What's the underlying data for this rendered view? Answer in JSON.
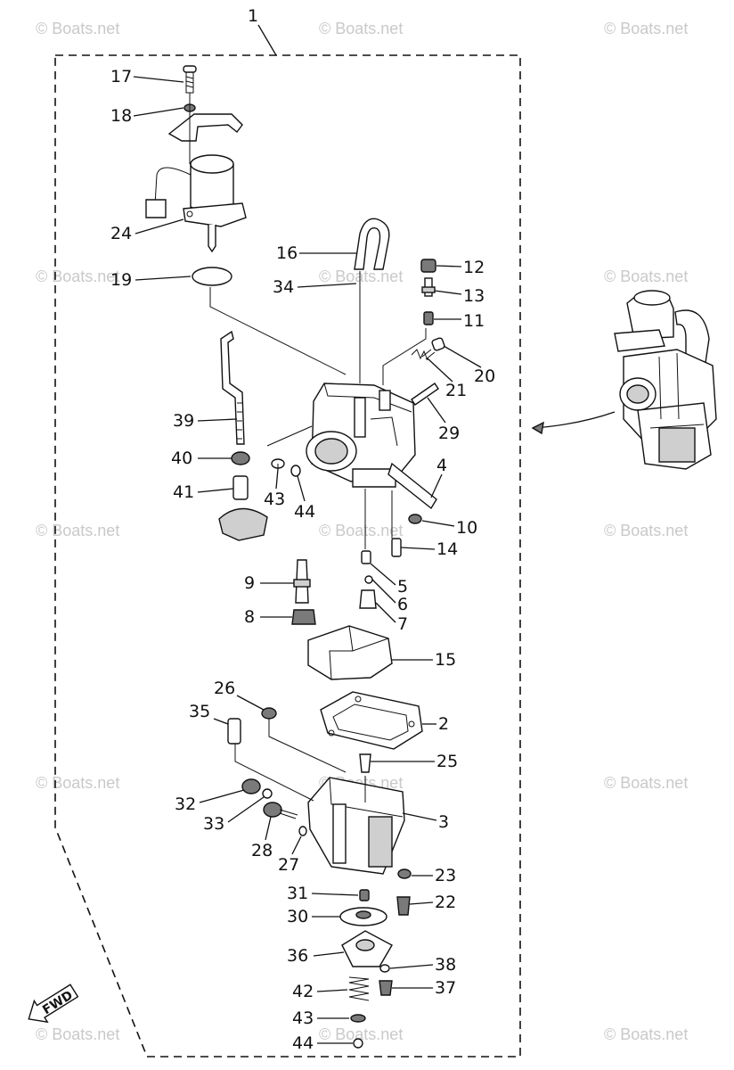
{
  "watermark_text": "© Boats.net",
  "assembly_label": "1",
  "fwd_label": "FWD",
  "callouts": [
    {
      "id": "c17",
      "label": "17"
    },
    {
      "id": "c18",
      "label": "18"
    },
    {
      "id": "c24",
      "label": "24"
    },
    {
      "id": "c19",
      "label": "19"
    },
    {
      "id": "c16",
      "label": "16"
    },
    {
      "id": "c34",
      "label": "34"
    },
    {
      "id": "c12",
      "label": "12"
    },
    {
      "id": "c13",
      "label": "13"
    },
    {
      "id": "c11",
      "label": "11"
    },
    {
      "id": "c20",
      "label": "20"
    },
    {
      "id": "c21",
      "label": "21"
    },
    {
      "id": "c29",
      "label": "29"
    },
    {
      "id": "c39",
      "label": "39"
    },
    {
      "id": "c40",
      "label": "40"
    },
    {
      "id": "c41",
      "label": "41"
    },
    {
      "id": "c43a",
      "label": "43"
    },
    {
      "id": "c44a",
      "label": "44"
    },
    {
      "id": "c4",
      "label": "4"
    },
    {
      "id": "c10",
      "label": "10"
    },
    {
      "id": "c14",
      "label": "14"
    },
    {
      "id": "c9",
      "label": "9"
    },
    {
      "id": "c5",
      "label": "5"
    },
    {
      "id": "c6",
      "label": "6"
    },
    {
      "id": "c7",
      "label": "7"
    },
    {
      "id": "c8",
      "label": "8"
    },
    {
      "id": "c15",
      "label": "15"
    },
    {
      "id": "c26",
      "label": "26"
    },
    {
      "id": "c35",
      "label": "35"
    },
    {
      "id": "c2",
      "label": "2"
    },
    {
      "id": "c25",
      "label": "25"
    },
    {
      "id": "c32",
      "label": "32"
    },
    {
      "id": "c33",
      "label": "33"
    },
    {
      "id": "c3",
      "label": "3"
    },
    {
      "id": "c28",
      "label": "28"
    },
    {
      "id": "c27",
      "label": "27"
    },
    {
      "id": "c23",
      "label": "23"
    },
    {
      "id": "c31",
      "label": "31"
    },
    {
      "id": "c22",
      "label": "22"
    },
    {
      "id": "c30",
      "label": "30"
    },
    {
      "id": "c36",
      "label": "36"
    },
    {
      "id": "c38",
      "label": "38"
    },
    {
      "id": "c42",
      "label": "42"
    },
    {
      "id": "c37",
      "label": "37"
    },
    {
      "id": "c43b",
      "label": "43"
    },
    {
      "id": "c44b",
      "label": "44"
    }
  ]
}
